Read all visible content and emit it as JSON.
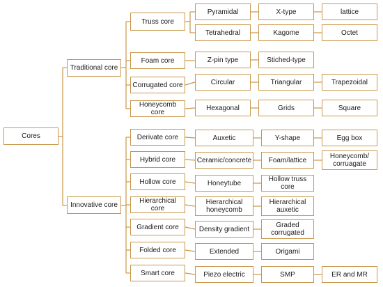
{
  "colors": {
    "border": "#c9964a",
    "line": "#c9964a",
    "text": "#1a1a1a"
  },
  "root": "Cores",
  "groups": {
    "traditional": "Traditional core",
    "innovative": "Innovative core"
  },
  "categories": {
    "truss": "Truss core",
    "foam": "Foam core",
    "corrugated": "Corrugated core",
    "honeycomb": "Honeycomb core",
    "derivate": "Derivate core",
    "hybrid": "Hybrid core",
    "hollow": "Hollow core",
    "hierarchical": "Hierarchical core",
    "gradient": "Gradient core",
    "folded": "Folded core",
    "smart": "Smart core"
  },
  "types": {
    "pyramidal": "Pyramidal",
    "x_type": "X-type",
    "lattice": "lattice",
    "tetrahedral": "Tetrahedral",
    "kagome": "Kagome",
    "octet": "Octet",
    "z_pin": "Z-pin type",
    "stiched": "Stiched-type",
    "circular": "Circular",
    "triangular": "Triangular",
    "trapezoidal": "Trapezoidal",
    "hexagonal": "Hexagonal",
    "grids": "Grids",
    "square": "Square",
    "auxetic": "Auxetic",
    "y_shape": "Y-shape",
    "egg_box": "Egg box",
    "ceramic": "Ceramic/concrete",
    "foam_lattice": "Foam/lattice",
    "honeycomb_corr": "Honeycomb/\ncorruagate",
    "honeytube": "Honeytube",
    "hollow_truss": "Hollow truss core",
    "hier_honeycomb": "Hierarchical\nhoneycomb",
    "hier_auxetic": "Hierarchical\nauxetic",
    "density_gradient": "Density gradient",
    "graded_corrugated": "Graded\ncorrugated",
    "extended": "Extended",
    "origami": "Origami",
    "piezo": "Piezo electric",
    "smp": "SMP",
    "er_mr": "ER and MR"
  }
}
